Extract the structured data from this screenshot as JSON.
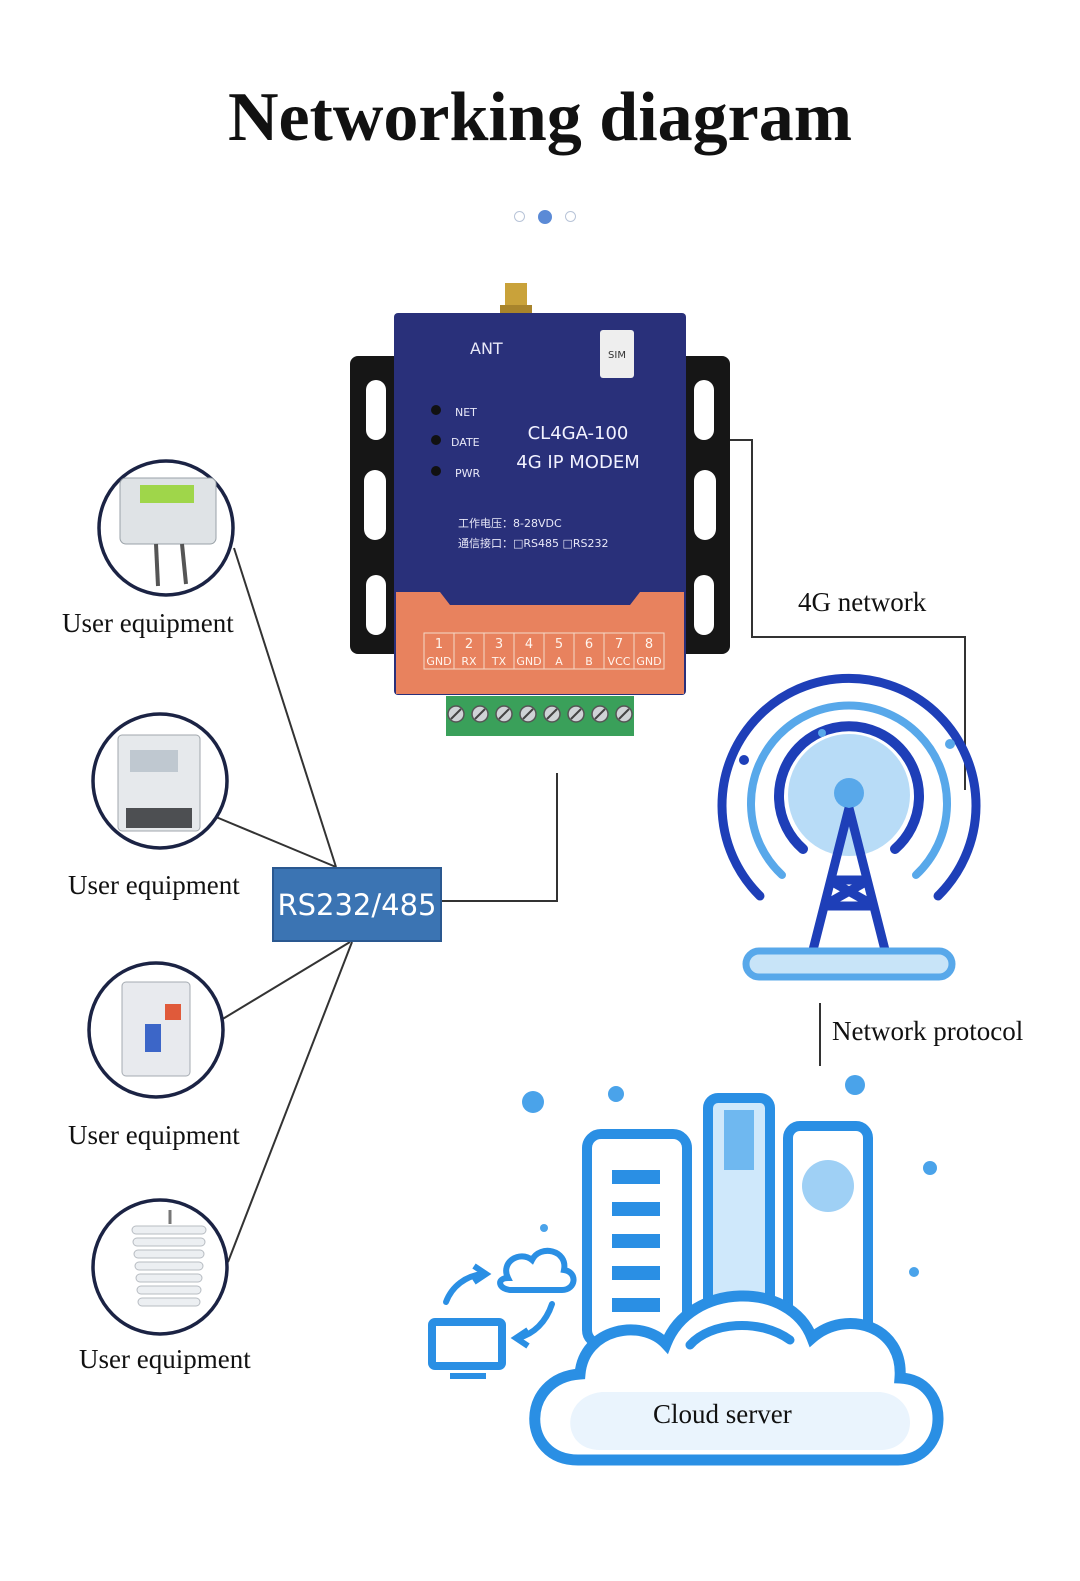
{
  "title": "Networking diagram",
  "carousel": {
    "dot_count": 3,
    "active_index": 1
  },
  "modem": {
    "antenna_label": "ANT",
    "sim_label": "SIM",
    "led_labels": [
      "NET",
      "DATE",
      "PWR"
    ],
    "model": "CL4GA-100",
    "name": "4G IP MODEM",
    "spec_voltage": "工作电压：8-28VDC",
    "spec_interface": "通信接口：□RS485 □RS232",
    "terminal_numbers": [
      "1",
      "2",
      "3",
      "4",
      "5",
      "6",
      "7",
      "8"
    ],
    "terminal_labels": [
      "GND",
      "RX",
      "TX",
      "GND",
      "A",
      "B",
      "VCC",
      "GND"
    ],
    "colors": {
      "body": "#29307a",
      "terminal_strip": "#e8825e",
      "terminal_block": "#3aa05a",
      "bracket": "#161616"
    }
  },
  "interface_box": {
    "label": "RS232/485",
    "color": "#3b74b3"
  },
  "devices": [
    {
      "label": "User equipment",
      "icon": "lcd-sensor-icon"
    },
    {
      "label": "User equipment",
      "icon": "electricity-meter-icon"
    },
    {
      "label": "User equipment",
      "icon": "circuit-breaker-icon"
    },
    {
      "label": "User equipment",
      "icon": "weather-shield-icon"
    }
  ],
  "links": {
    "network": "4G network",
    "protocol": "Network protocol"
  },
  "tower": {
    "icon": "cell-tower-icon",
    "colors": {
      "dark": "#1e3fb8",
      "light": "#58a8ea"
    }
  },
  "cloud": {
    "label": "Cloud server",
    "icon": "cloud-server-icon",
    "colors": {
      "main": "#2a8fe4",
      "light": "#cfe8fb"
    }
  }
}
